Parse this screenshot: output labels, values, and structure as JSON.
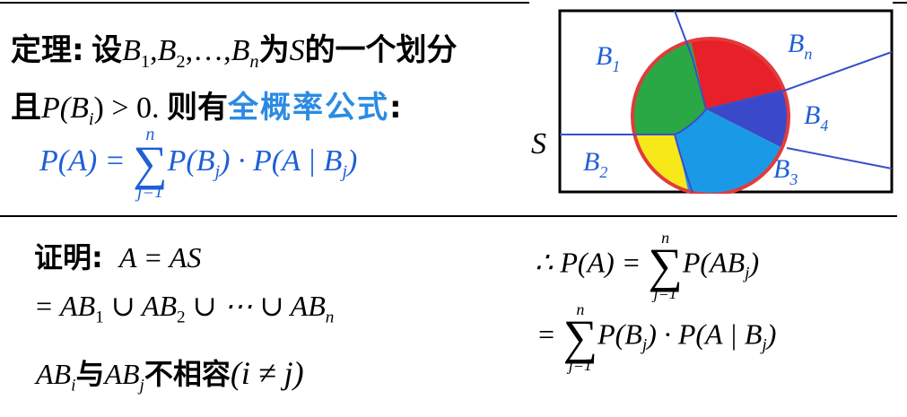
{
  "theorem": {
    "label": "定理",
    "colon": ":",
    "set_word": "设",
    "b1": "B",
    "b1_sub": "1",
    "b2": "B",
    "b2_sub": "2",
    "dots": "…",
    "bn": "B",
    "bn_sub": "n",
    "is": "为",
    "s": "S",
    "rest": "的一个划分",
    "and": "且",
    "cond": "P(B",
    "cond_sub": "i",
    "cond_end": ") > 0.",
    "then": "则有",
    "formula_name": "全概率公式",
    "formula_colon": ":"
  },
  "main_formula": {
    "lhs": "P(A) =",
    "sum_top": "n",
    "sum_sigma": "∑",
    "sum_bot": "j=1",
    "t1": "P(B",
    "t1_sub": "j",
    "t1_end": ") · P(A | B",
    "t2_sub": "j",
    "t2_end": ")"
  },
  "proof": {
    "label": "证明",
    "colon": ":",
    "eq1": "A = AS",
    "eq2_a": "= AB",
    "eq2_a_sub": "1",
    "eq2_b": " ∪ AB",
    "eq2_b_sub": "2",
    "eq2_c": " ∪ ⋯ ∪ AB",
    "eq2_c_sub": "n",
    "dj_a": "AB",
    "dj_a_sub": "i",
    "dj_with": "与",
    "dj_b": "AB",
    "dj_b_sub": "j",
    "dj_text": "不相容",
    "dj_cond": "(i ≠ j)"
  },
  "result": {
    "r1_lhs": "∴ P(A) =",
    "r1_top": "n",
    "r1_sigma": "∑",
    "r1_bot": "j=1",
    "r1_term": "P(AB",
    "r1_sub": "j",
    "r1_end": ")",
    "r2_lhs": "=",
    "r2_top": "n",
    "r2_sigma": "∑",
    "r2_bot": "j=1",
    "r2_t1": "P(B",
    "r2_t1_sub": "j",
    "r2_mid": ") · P(A | B",
    "r2_sub": "j",
    "r2_end": ")"
  },
  "diagram": {
    "space_label": "S",
    "labels": [
      {
        "text": "B",
        "sub": "1"
      },
      {
        "text": "B",
        "sub": "n"
      },
      {
        "text": "B",
        "sub": "4"
      },
      {
        "text": "B",
        "sub": "2"
      },
      {
        "text": "B",
        "sub": "3"
      }
    ],
    "colors": {
      "green": "#2aa845",
      "red": "#e8202a",
      "blue": "#3a49c9",
      "cyan": "#1a9ae6",
      "yellow": "#f7e81a",
      "outline": "#e23b3b",
      "lines": "#3a4fc8"
    }
  }
}
